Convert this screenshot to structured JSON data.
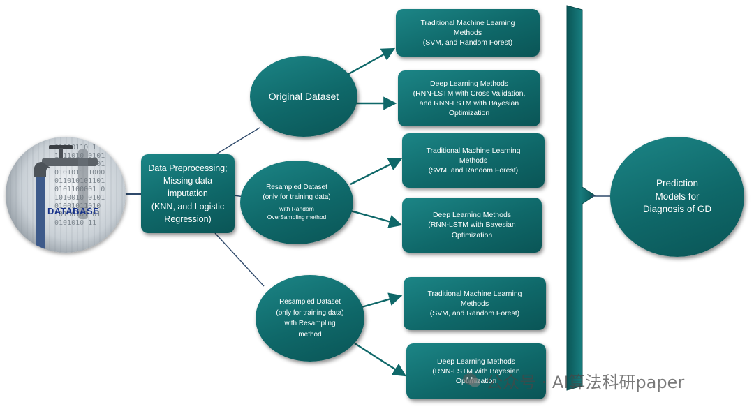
{
  "database": {
    "label": "DATABASE",
    "binary_lines": [
      "01010110 1 1",
      "1011010 0101",
      "01001011 101",
      "0101011 1000",
      "011010101101",
      "0101100001 0",
      "1010010 0101",
      "01001011010",
      "10100101 01",
      "0101010 11"
    ]
  },
  "preprocessing": {
    "lines": [
      "Data Preprocessing;",
      "Missing data",
      "imputation",
      "(KNN, and Logistic",
      "Regression)"
    ]
  },
  "datasets": {
    "original": {
      "lines": [
        "Original Dataset"
      ]
    },
    "random_oversampling": {
      "title_lines": [
        "Resampled Dataset",
        "(only for training data)"
      ],
      "method_lines": [
        "with Random",
        "OverSampling method"
      ]
    },
    "resampling": {
      "lines": [
        "Resampled Dataset",
        "(only for training data)",
        "with Resampling",
        "method"
      ]
    }
  },
  "methods": {
    "m1": {
      "lines": [
        "Traditional Machine Learning",
        "Methods",
        "(SVM, and Random Forest)"
      ]
    },
    "m2": {
      "lines": [
        "Deep Learning Methods",
        "(RNN-LSTM with Cross Validation,",
        "and RNN-LSTM with Bayesian",
        "Optimization"
      ]
    },
    "m3": {
      "lines": [
        "Traditional Machine Learning",
        "Methods",
        "(SVM, and Random Forest)"
      ]
    },
    "m4": {
      "lines": [
        "Deep Learning Methods",
        "(RNN-LSTM with Bayesian",
        "Optimization"
      ]
    },
    "m5": {
      "lines": [
        "Traditional Machine Learning",
        "Methods",
        "(SVM, and Random Forest)"
      ]
    },
    "m6": {
      "lines": [
        "Deep Learning Methods",
        "(RNN-LSTM with Bayesian",
        "Optimization"
      ]
    }
  },
  "output": {
    "lines": [
      "Prediction",
      "Models for",
      "Diagnosis of GD"
    ]
  },
  "watermark": {
    "text": "公众号 · AI算法科研paper"
  },
  "colors": {
    "node_fill": "#0f6869",
    "node_fill_light": "#1c8586",
    "connector": "#2f4a6b",
    "arrow": "#0f6869",
    "database_label": "#16318a"
  }
}
